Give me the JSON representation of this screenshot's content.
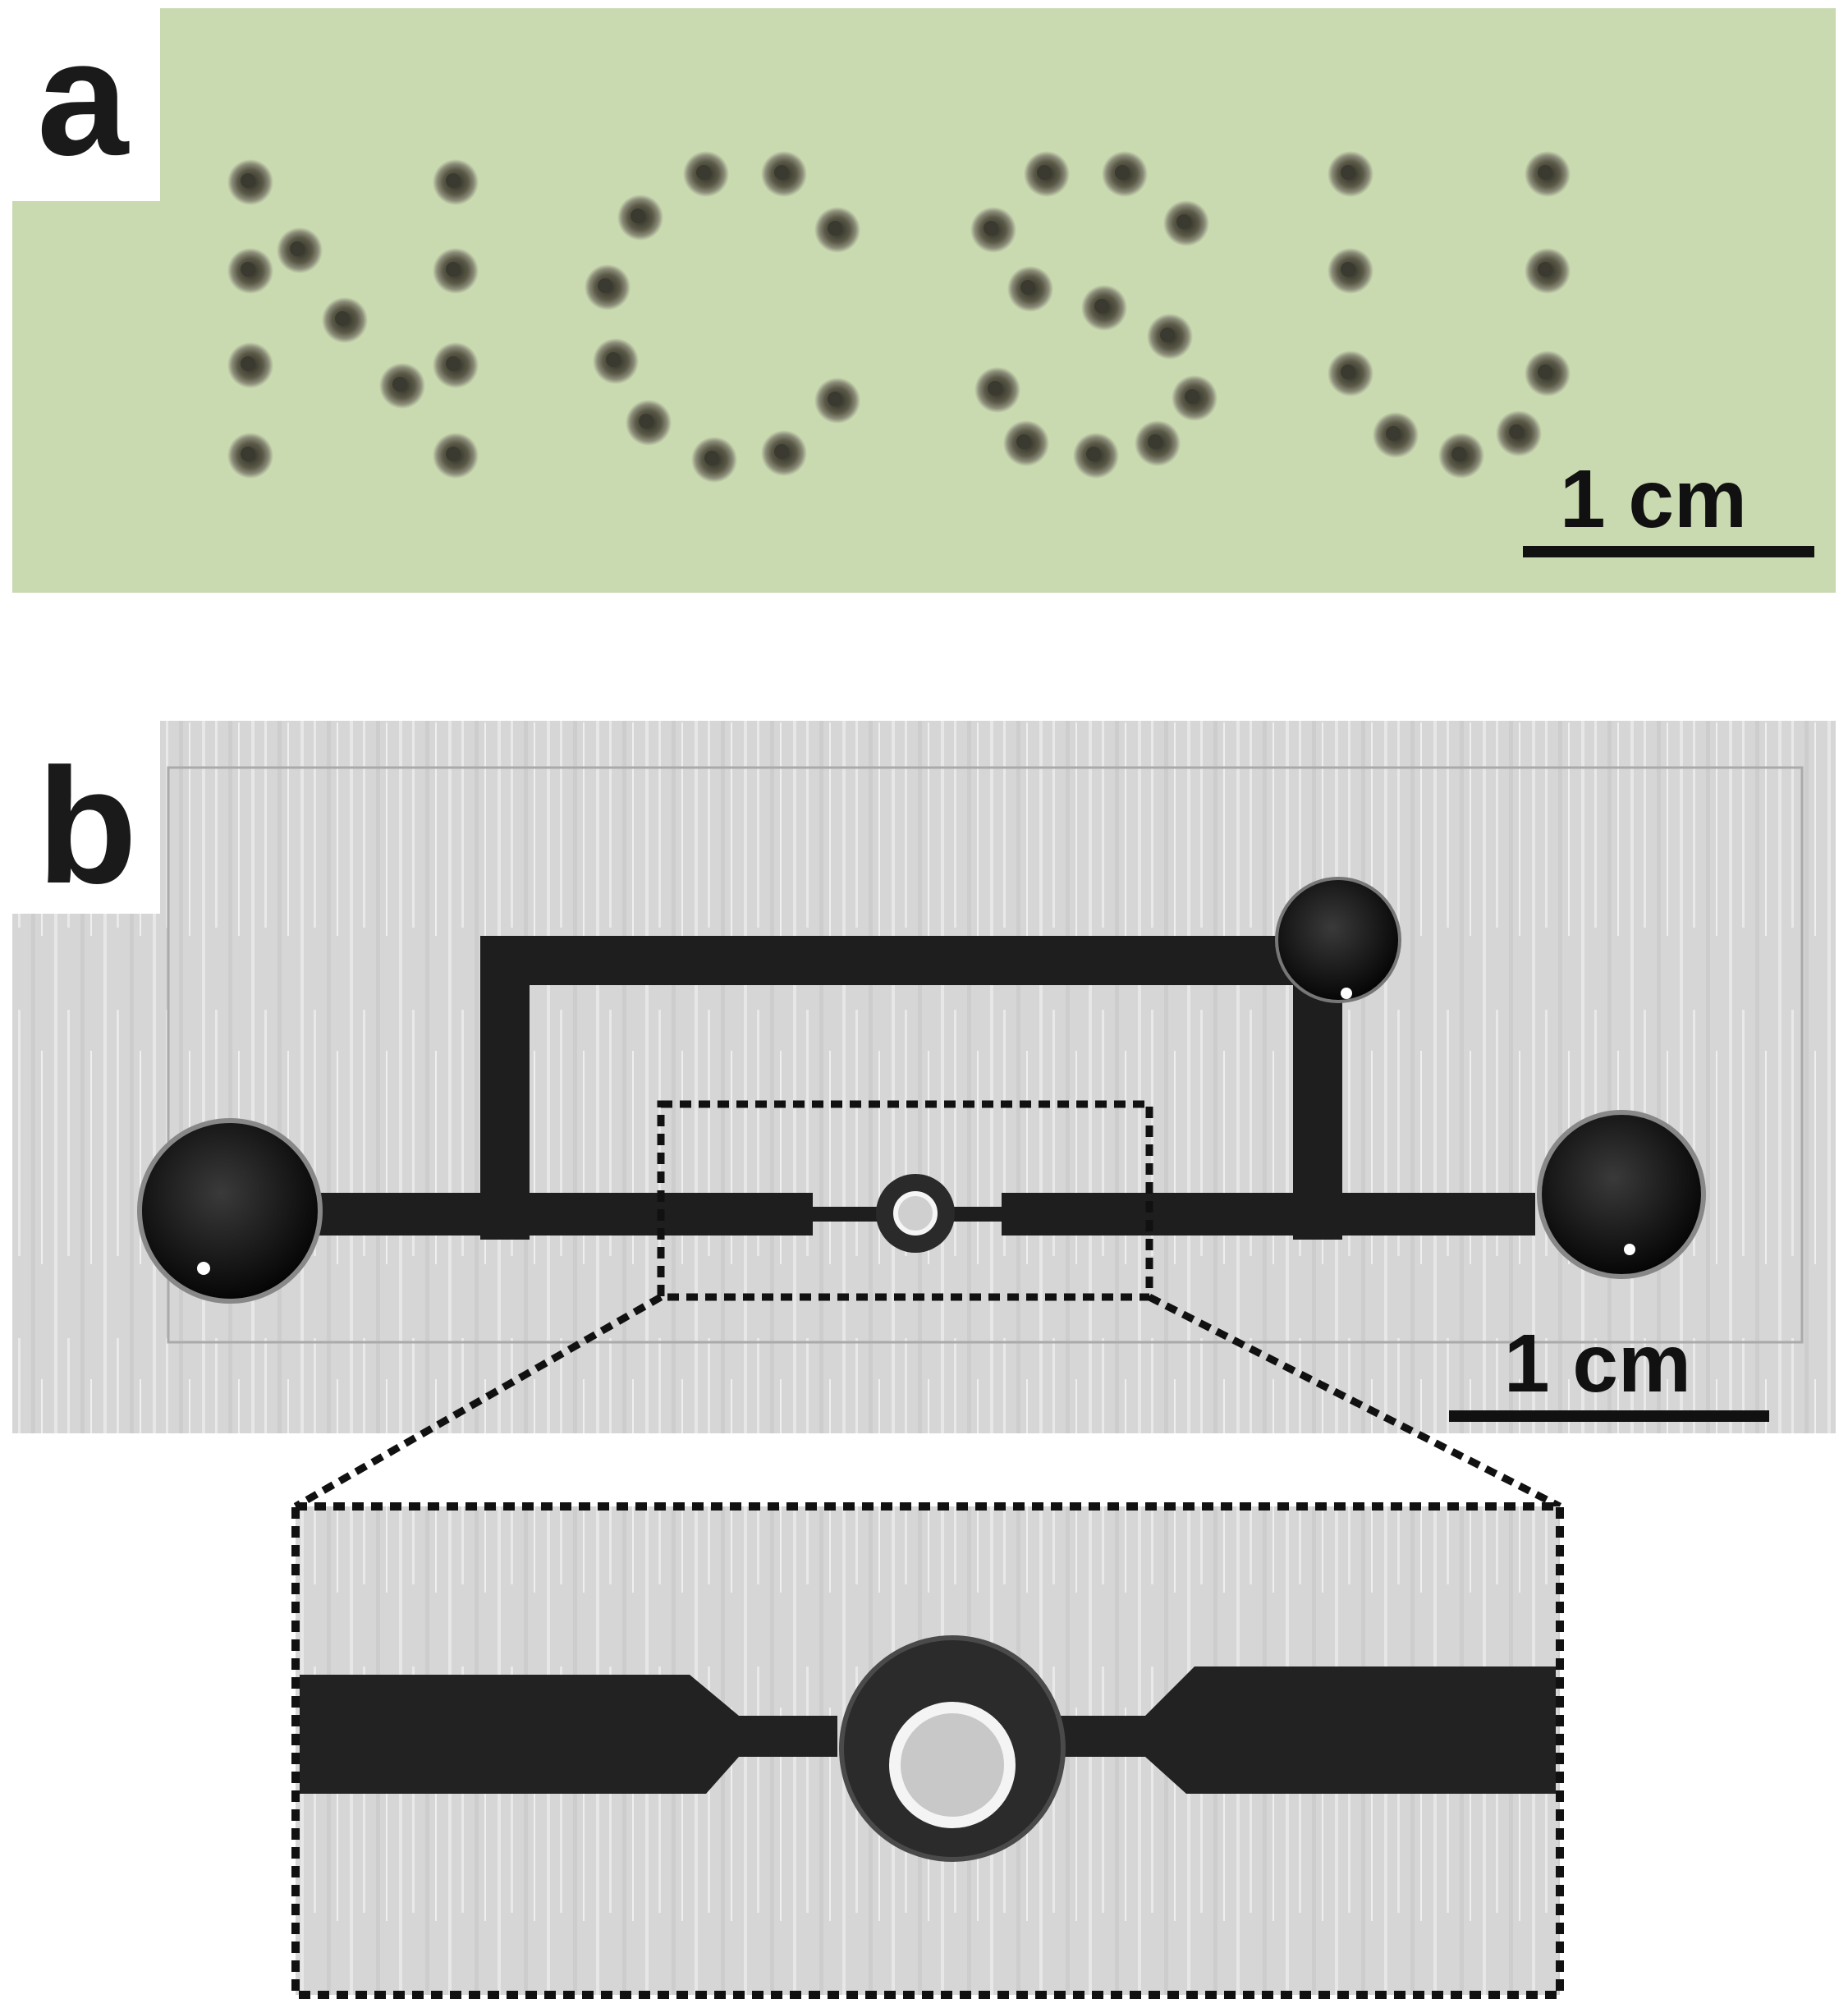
{
  "panel_a": {
    "label": "a",
    "scale_bar": "1 cm",
    "background_color": "#c9d9b0",
    "well_color": "#3a3a30"
  },
  "panel_b": {
    "label": "b",
    "scale_bar": "1 cm",
    "channel_color": "#1e1e1e",
    "background_color": "#d8d8d8"
  }
}
